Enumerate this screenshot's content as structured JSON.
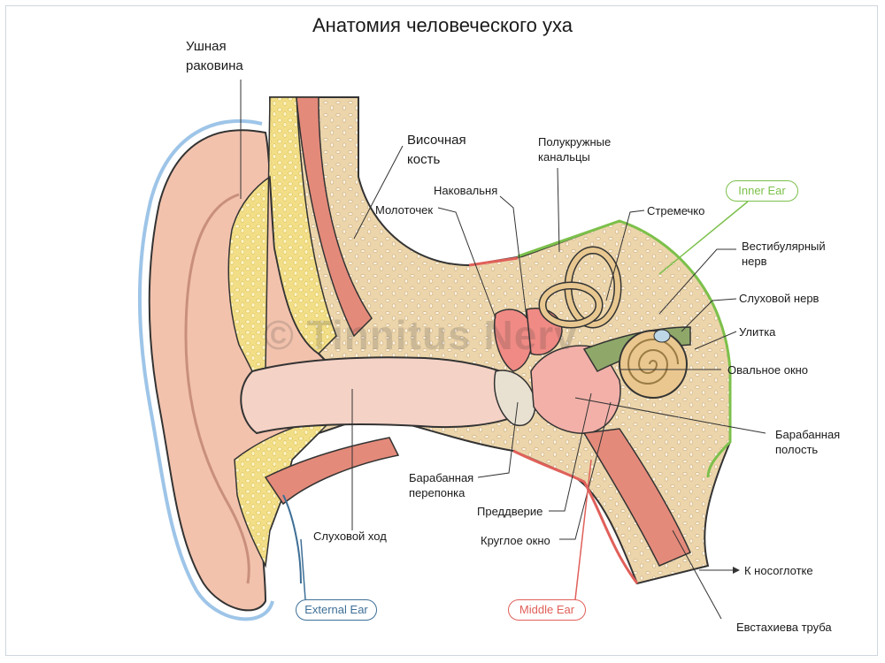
{
  "title": "Анатомия человеческого уха",
  "labels": {
    "pinna": "Ушная\nраковина",
    "temporal_bone": "Височная\nкость",
    "semicircular": "Полукружные\nканальцы",
    "incus": "Наковальня",
    "malleus": "Молоточек",
    "stapes": "Стремечко",
    "vestibular_nerve": "Вестибулярный\nнерв",
    "auditory_nerve": "Слуховой нерв",
    "cochlea": "Улитка",
    "oval_window": "Овальное окно",
    "tympanic_cavity": "Барабанная\nполость",
    "eardrum": "Барабанная\nперепонка",
    "vestibule": "Преддверие",
    "round_window": "Круглое окно",
    "ear_canal": "Слуховой ход",
    "nasopharynx": "К носоглотке",
    "eustachian": "Евстахиева труба"
  },
  "sections": {
    "inner": "Inner Ear",
    "middle": "Middle Ear",
    "external": "External Ear"
  },
  "watermark": "© Tinnitus Nerv",
  "colors": {
    "inner": "#7cc04b",
    "middle": "#e0605a",
    "external": "#3e6f96",
    "bone": "#ecd5ab",
    "skin": "#f2c6b4",
    "cartilage": "#f3e3a0",
    "muscle": "#e48a7a"
  }
}
